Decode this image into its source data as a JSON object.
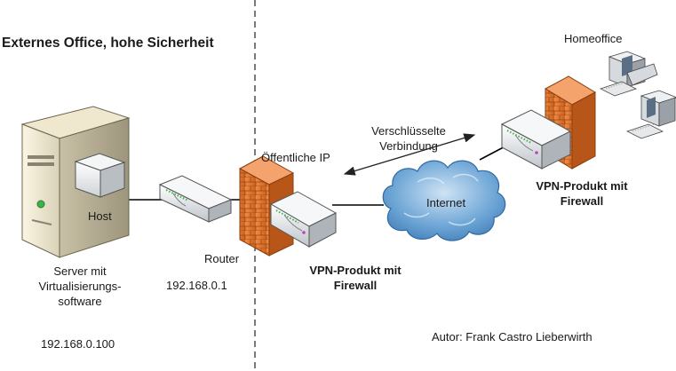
{
  "title": "Externes Office, hohe Sicherheit",
  "server": {
    "host_label": "Host",
    "caption_line1": "Server mit",
    "caption_line2": "Virtualisierungs-",
    "caption_line3": "software",
    "ip": "192.168.0.100"
  },
  "router": {
    "label": "Router",
    "ip": "192.168.0.1"
  },
  "public_ip_label": "Öffentliche IP",
  "vpn_local": {
    "line1": "VPN-Produkt mit",
    "line2": "Firewall"
  },
  "tunnel": {
    "line1": "Verschlüsselte",
    "line2": "Verbindung"
  },
  "internet_label": "Internet",
  "vpn_remote": {
    "line1": "VPN-Produkt mit",
    "line2": "Firewall"
  },
  "homeoffice_label": "Homeoffice",
  "author": "Autor: Frank Castro Lieberwirth",
  "colors": {
    "firewall_brick": "#e07b39",
    "cloud": "#4f8fc6",
    "device_body": "#e9ecef",
    "device_led": "#3bb44a",
    "divider": "#333333"
  }
}
